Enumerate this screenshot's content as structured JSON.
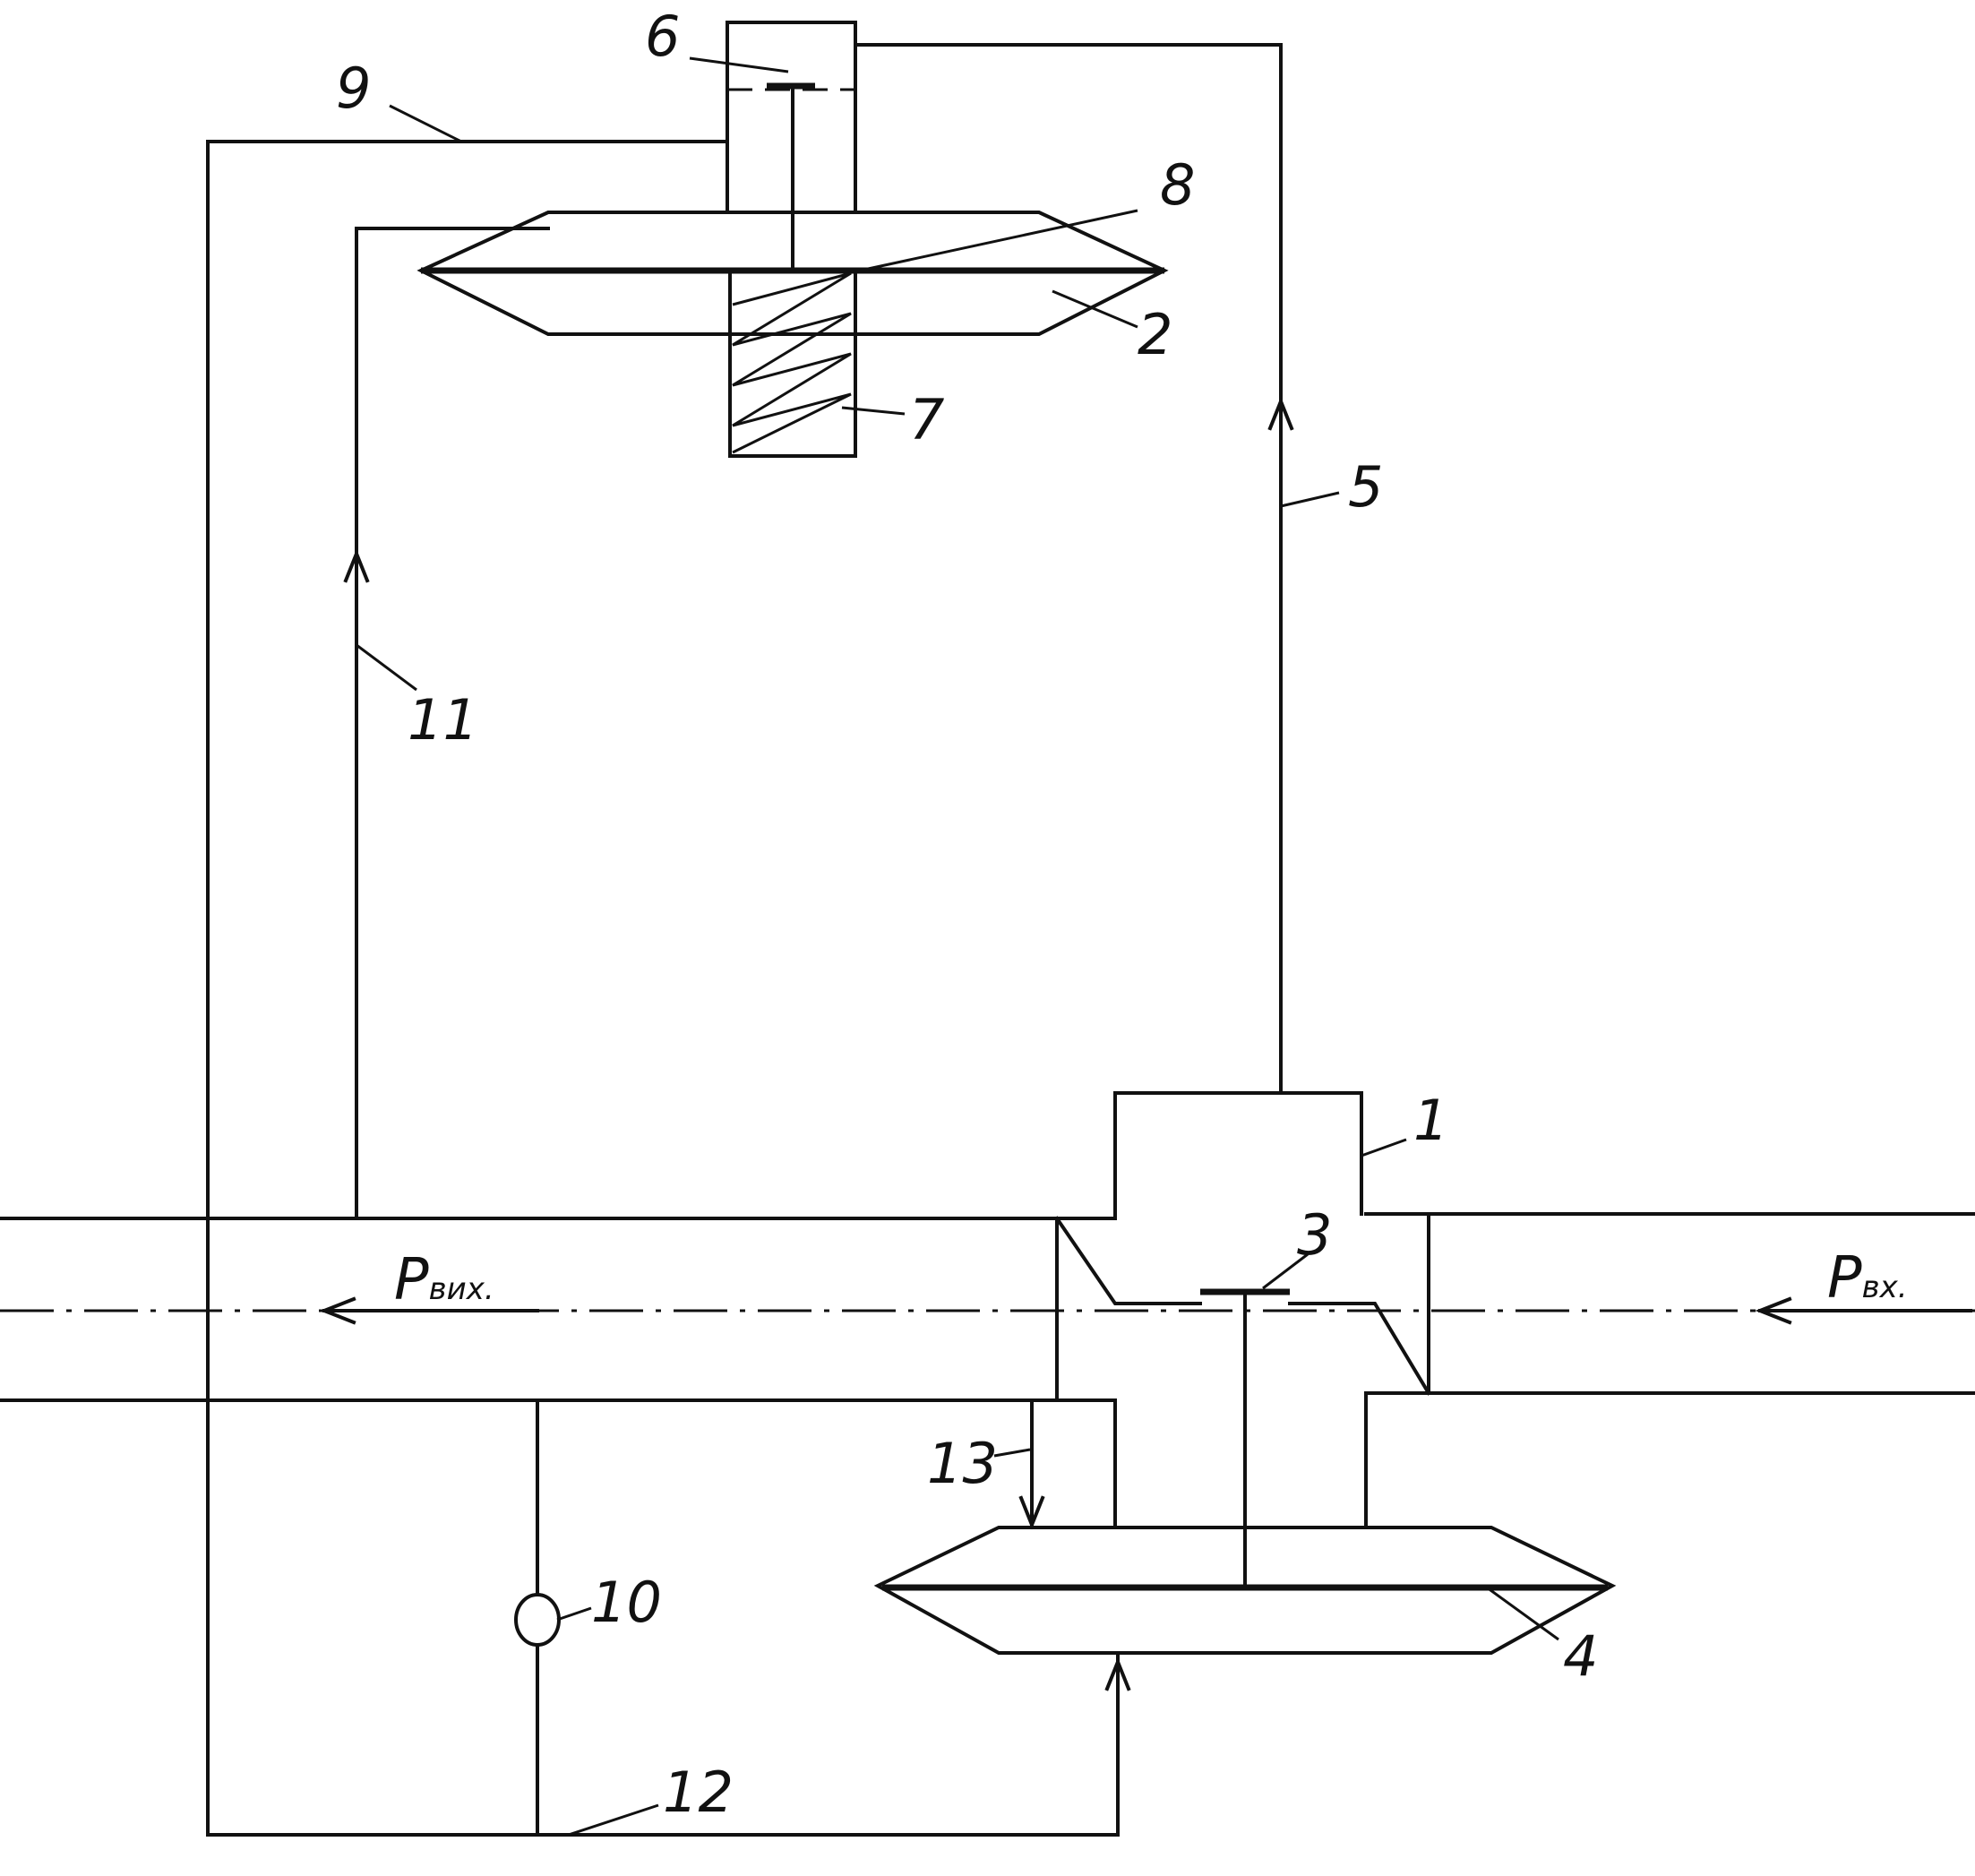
{
  "labels": {
    "l1": "1",
    "l2": "2",
    "l3": "3",
    "l4": "4",
    "l5": "5",
    "l6": "6",
    "l7": "7",
    "l8": "8",
    "l9": "9",
    "l10": "10",
    "l11": "11",
    "l12": "12",
    "l13": "13"
  },
  "pressure": {
    "out_main": "P",
    "out_sub": "вих.",
    "in_main": "P",
    "in_sub": "вх."
  }
}
